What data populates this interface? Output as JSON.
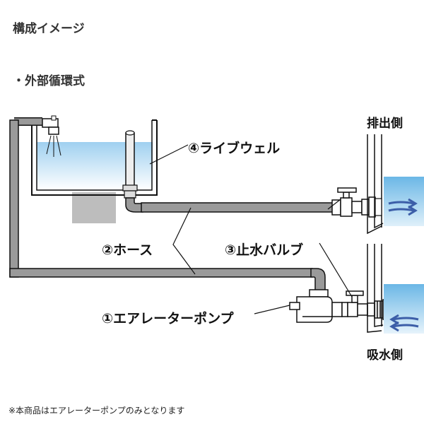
{
  "header": {
    "title": "構成イメージ",
    "subtitle": "・外部循環式"
  },
  "labels": {
    "livewell": "④ライブウェル",
    "hose": "②ホース",
    "valve": "③止水バルブ",
    "pump": "①エアレーターポンプ",
    "outlet_side": "排出側",
    "inlet_side": "吸水側"
  },
  "footnote": "※本商品はエアレーターポンプのみとなります",
  "colors": {
    "water_light": "#cfe7f7",
    "water_dark": "#5aaee3",
    "pipe": "#9a9a9a",
    "stand": "#bdbdbd",
    "flow_arrow": "#3c5ea8"
  }
}
